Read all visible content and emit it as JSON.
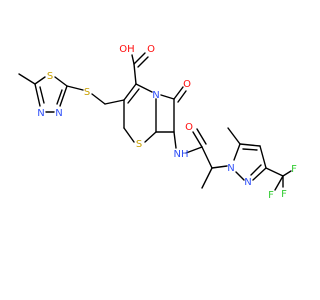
{
  "colors": {
    "background": "#ffffff",
    "bond": "#000000",
    "oxygen": "#ff0d0d",
    "nitrogen": "#3050f8",
    "sulfur": "#c8a000",
    "fluorine": "#33cc33"
  },
  "atoms": [
    {
      "id": "s_thiadiazole",
      "label": "S",
      "element": "sulfur"
    },
    {
      "id": "n_thiadiazole_a",
      "label": "N",
      "element": "nitrogen"
    },
    {
      "id": "n_thiadiazole_b",
      "label": "N",
      "element": "nitrogen"
    },
    {
      "id": "s_thioether",
      "label": "S",
      "element": "sulfur"
    },
    {
      "id": "oh_acid",
      "label": "OH",
      "element": "oxygen"
    },
    {
      "id": "o_acid",
      "label": "O",
      "element": "oxygen"
    },
    {
      "id": "n_lactam",
      "label": "N",
      "element": "nitrogen"
    },
    {
      "id": "o_lactam",
      "label": "O",
      "element": "oxygen"
    },
    {
      "id": "s_ring",
      "label": "S",
      "element": "sulfur"
    },
    {
      "id": "nh_amide",
      "label": "NH",
      "element": "nitrogen"
    },
    {
      "id": "o_amide",
      "label": "O",
      "element": "oxygen"
    },
    {
      "id": "n_pyrazole_1",
      "label": "N",
      "element": "nitrogen"
    },
    {
      "id": "n_pyrazole_2",
      "label": "N",
      "element": "nitrogen"
    },
    {
      "id": "f_1",
      "label": "F",
      "element": "fluorine"
    },
    {
      "id": "f_2",
      "label": "F",
      "element": "fluorine"
    },
    {
      "id": "f_3",
      "label": "F",
      "element": "fluorine"
    }
  ]
}
